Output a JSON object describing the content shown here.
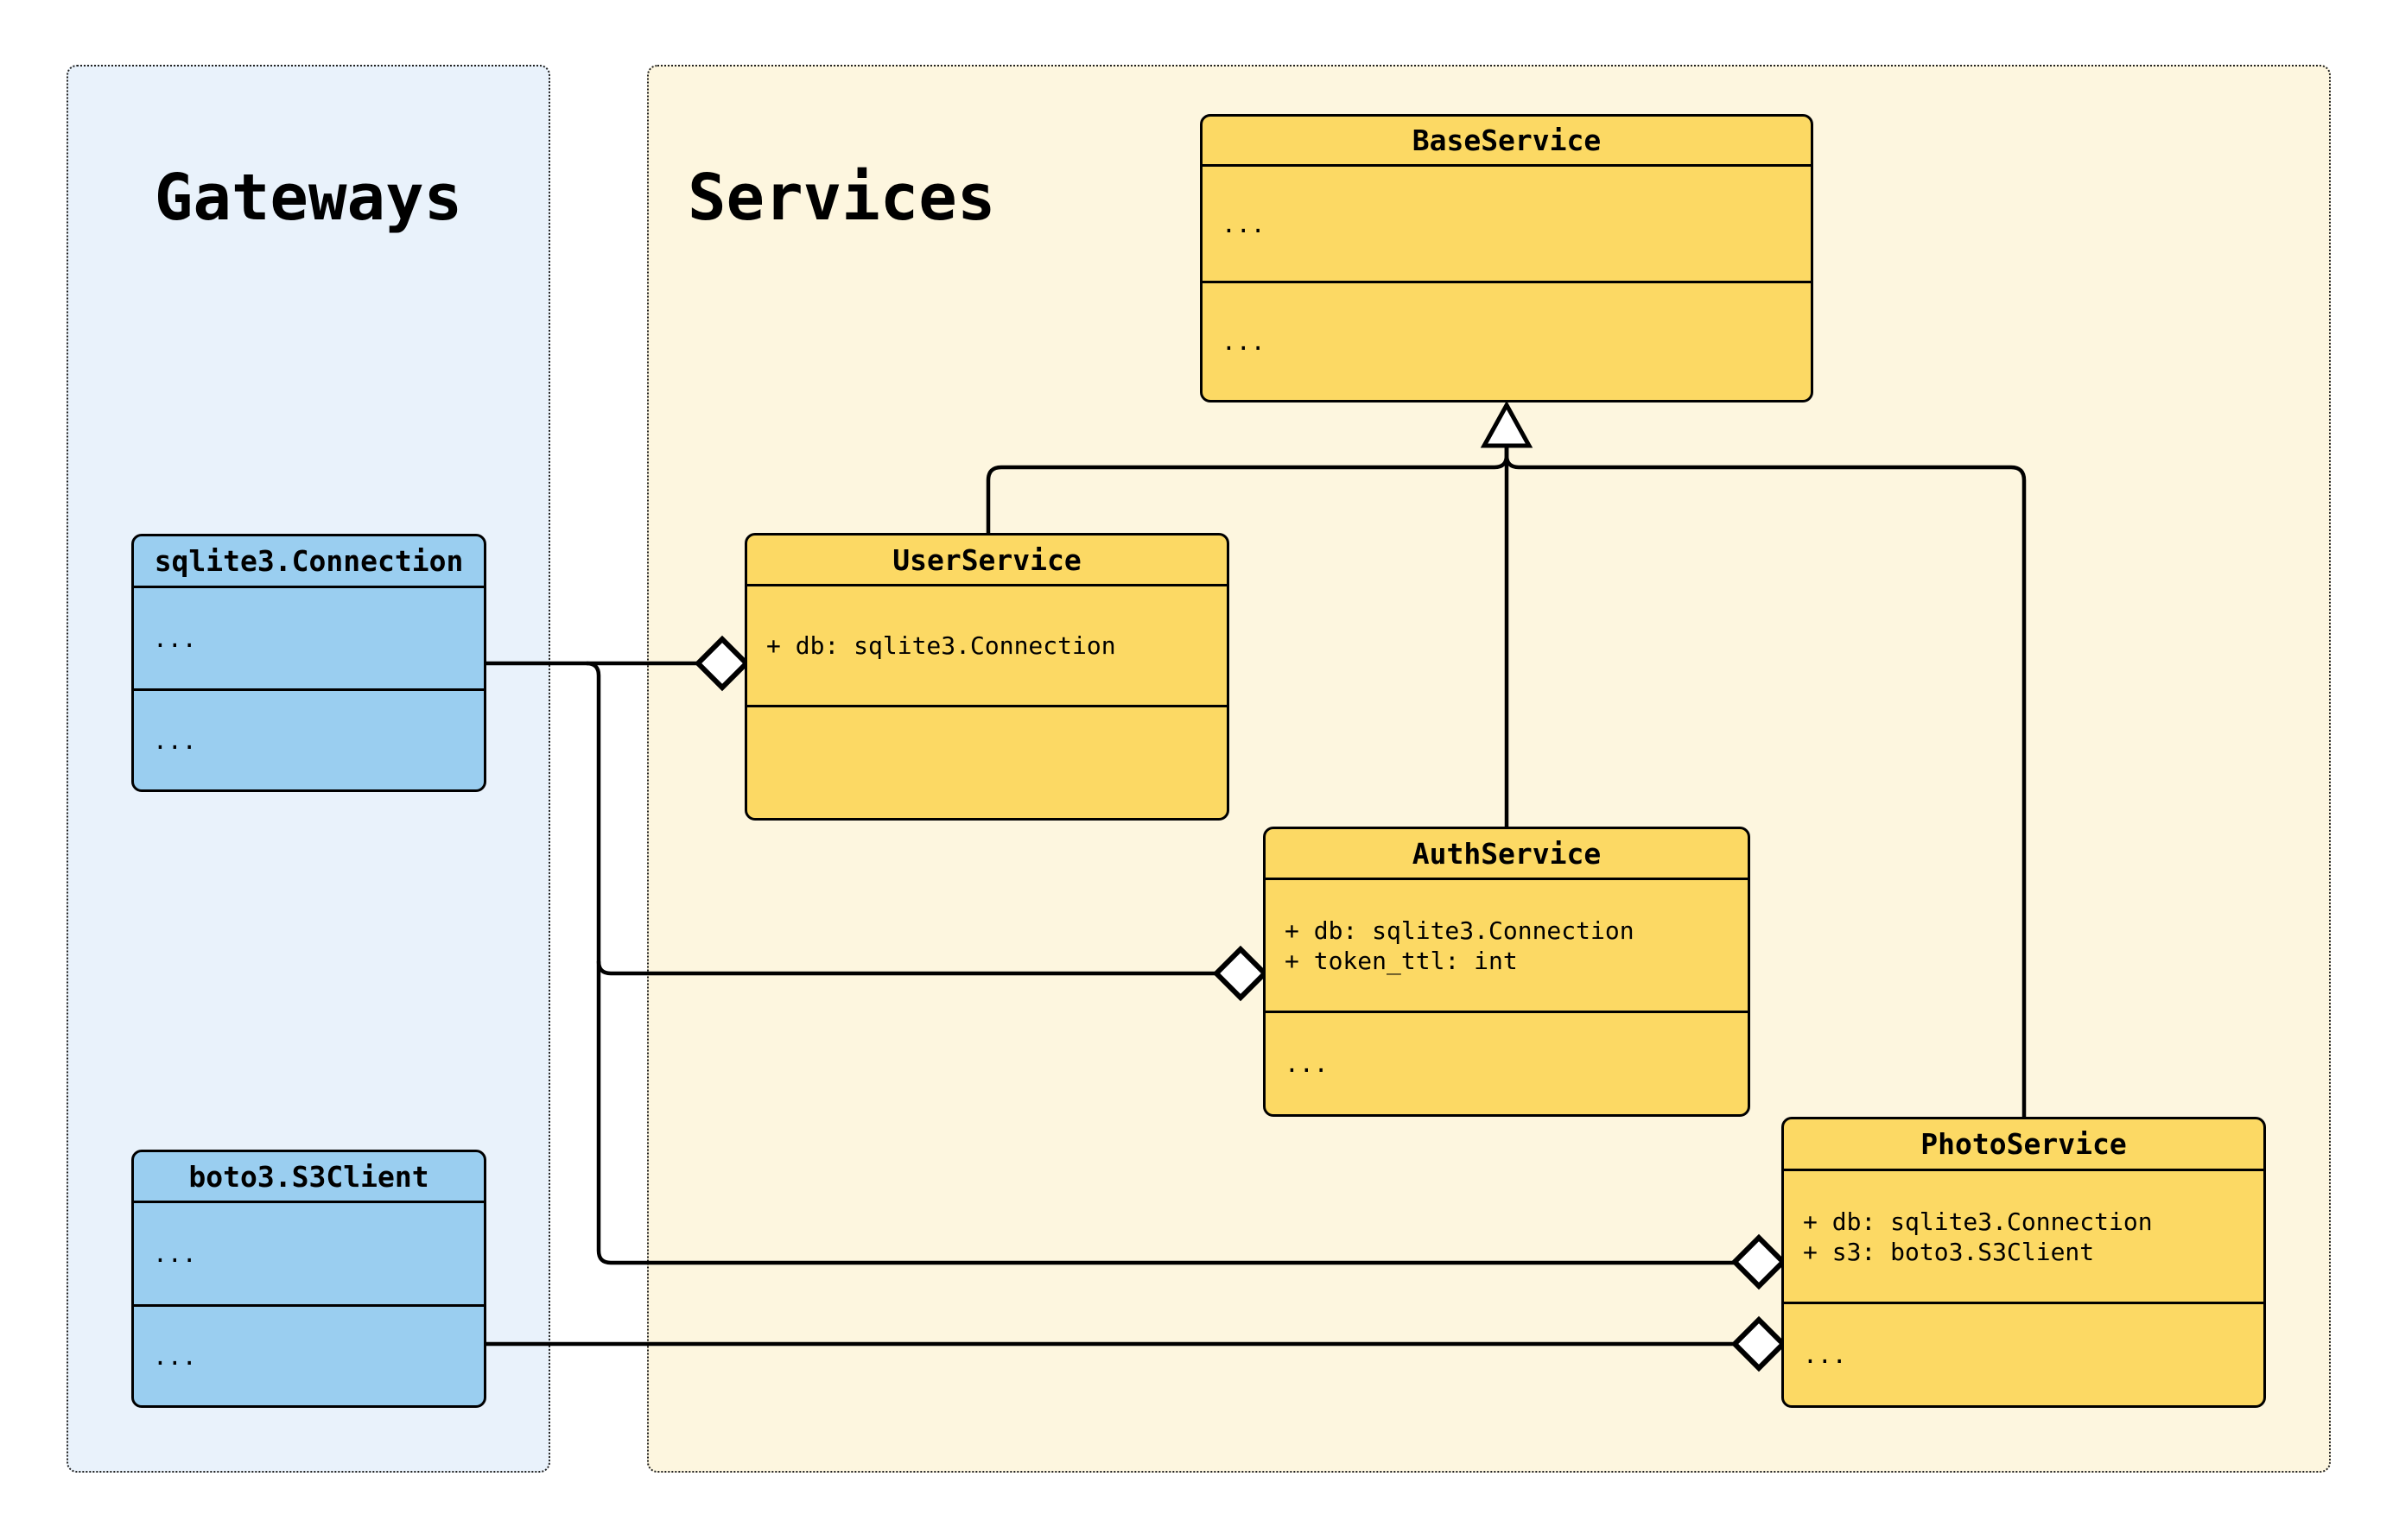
{
  "panels": {
    "gateways": {
      "title": "Gateways"
    },
    "services": {
      "title": "Services"
    }
  },
  "classes": [
    {
      "name": "sqlite3.Connection",
      "attributes": [
        "..."
      ],
      "methods": [
        "..."
      ]
    },
    {
      "name": "boto3.S3Client",
      "attributes": [
        "..."
      ],
      "methods": [
        "..."
      ]
    },
    {
      "name": "BaseService",
      "attributes": [
        "..."
      ],
      "methods": [
        "..."
      ]
    },
    {
      "name": "UserService",
      "attributes": [
        "+ db: sqlite3.Connection"
      ],
      "methods": []
    },
    {
      "name": "AuthService",
      "attributes": [
        "+ db: sqlite3.Connection",
        "+ token_ttl: int"
      ],
      "methods": [
        "..."
      ]
    },
    {
      "name": "PhotoService",
      "attributes": [
        "+ db: sqlite3.Connection",
        "+ s3: boto3.S3Client"
      ],
      "methods": [
        "..."
      ]
    }
  ],
  "edges": [
    {
      "from": "UserService",
      "to": "BaseService",
      "type": "inheritance"
    },
    {
      "from": "AuthService",
      "to": "BaseService",
      "type": "inheritance"
    },
    {
      "from": "PhotoService",
      "to": "BaseService",
      "type": "inheritance"
    },
    {
      "from": "sqlite3.Connection",
      "to": "UserService",
      "type": "aggregation"
    },
    {
      "from": "sqlite3.Connection",
      "to": "AuthService",
      "type": "aggregation"
    },
    {
      "from": "sqlite3.Connection",
      "to": "PhotoService",
      "type": "aggregation"
    },
    {
      "from": "boto3.S3Client",
      "to": "PhotoService",
      "type": "aggregation"
    }
  ],
  "colors": {
    "class_fill_yellow": "#FCD964",
    "class_fill_blue": "#9ACEF0",
    "panel_gateways_bg": "#E9F2FB",
    "panel_services_bg": "#FDF6DF",
    "stroke": "#000000",
    "page_bg": "#FFFFFF"
  }
}
